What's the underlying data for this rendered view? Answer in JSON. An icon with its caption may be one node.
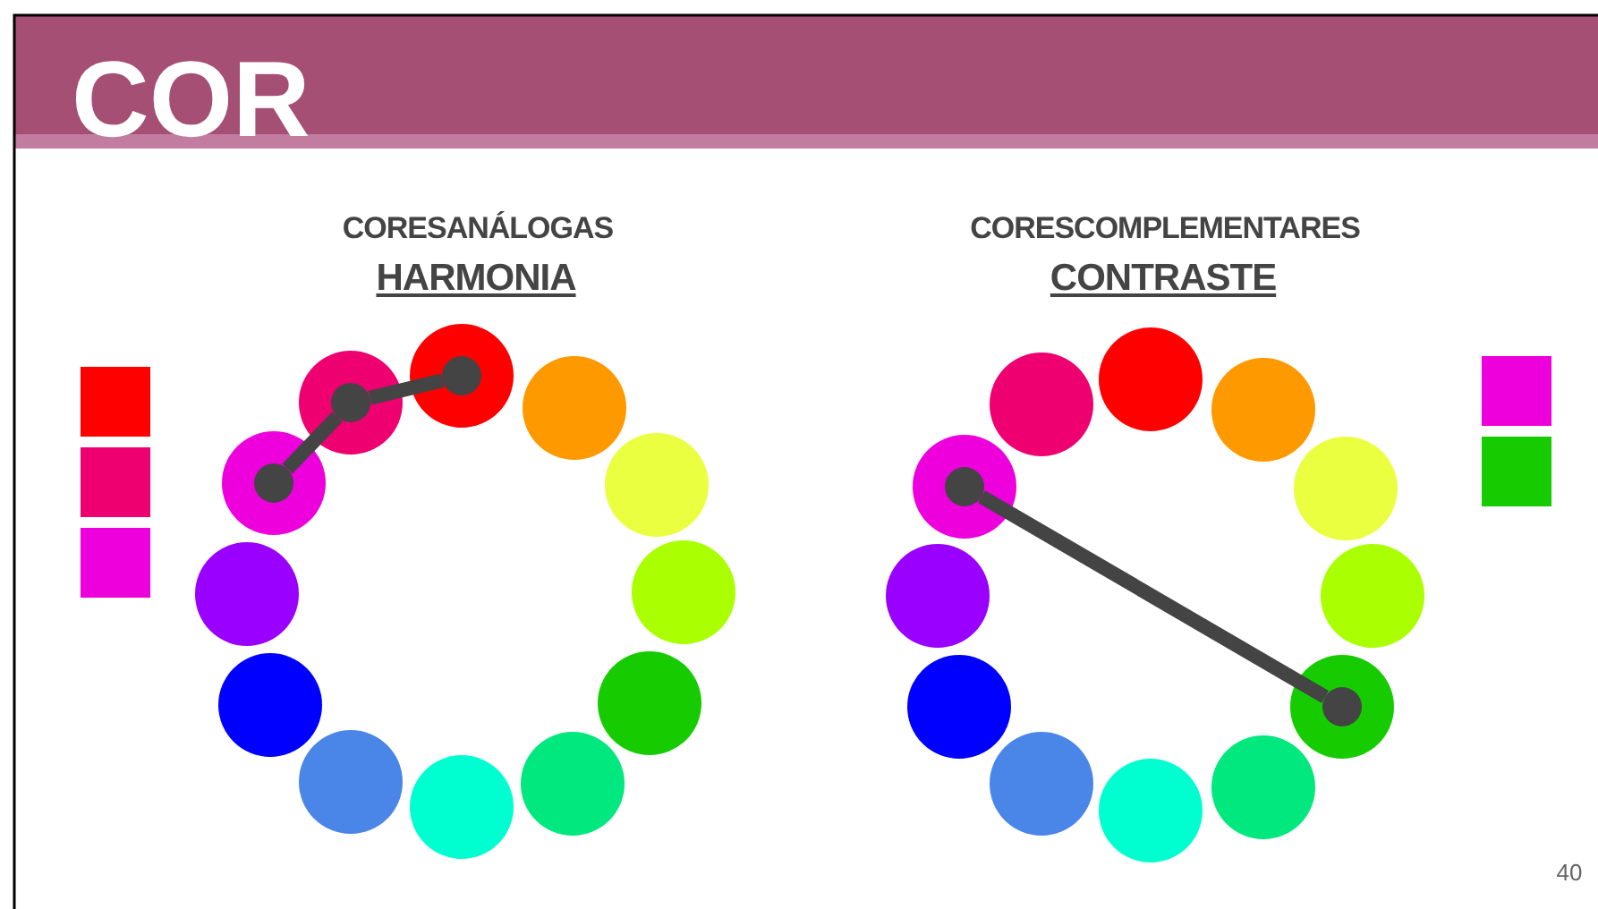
{
  "diagram": {
    "title": "COR",
    "nodes": [
      {
        "text": [],
        "shape": "circle"
      },
      {
        "text": [],
        "shape": "circle"
      },
      {
        "text": [],
        "shape": "circle"
      },
      {
        "text": [],
        "shape": "circle"
      },
      {
        "text": [],
        "shape": "circle"
      },
      {
        "text": [],
        "shape": "circle"
      },
      {
        "text": [],
        "shape": "circle"
      },
      {
        "text": [],
        "shape": "circle"
      },
      {
        "text": [],
        "shape": "circle"
      },
      {
        "text": [],
        "shape": "circle"
      },
      {
        "text": [],
        "shape": "circle"
      },
      {
        "text": [],
        "shape": "circle"
      },
      {
        "text": [],
        "shape": "circle",
        "in": 0
      },
      {
        "text": [],
        "shape": "circle",
        "in": 11
      },
      {
        "text": [],
        "shape": "circle",
        "in": 10
      },
      {
        "text": [],
        "shape": "circle"
      },
      {
        "text": [],
        "shape": "circle"
      },
      {
        "text": [],
        "shape": "circle"
      },
      {
        "text": [],
        "shape": "circle"
      },
      {
        "text": [],
        "shape": "circle"
      },
      {
        "text": [],
        "shape": "circle"
      },
      {
        "text": [],
        "shape": "circle"
      },
      {
        "text": [],
        "shape": "circle"
      },
      {
        "text": [],
        "shape": "circle"
      },
      {
        "text": [],
        "shape": "circle"
      },
      {
        "text": [],
        "shape": "circle"
      },
      {
        "text": [],
        "shape": "circle"
      },
      {
        "text": [],
        "shape": "circle",
        "in": 25
      },
      {
        "text": [],
        "shape": "circle",
        "in": 19
      }
    ],
    "edges": [
      {
        "from": 14,
        "to": 13,
        "arrow": "none"
      },
      {
        "from": 13,
        "to": 12,
        "arrow": "none"
      },
      {
        "from": 27,
        "to": 28,
        "arrow": "none"
      }
    ],
    "labels": [
      "CORESANÁLOGAS",
      "HARMONIA",
      "CORESCOMPLEMENTARES",
      "CONTRASTE",
      "40"
    ]
  }
}
